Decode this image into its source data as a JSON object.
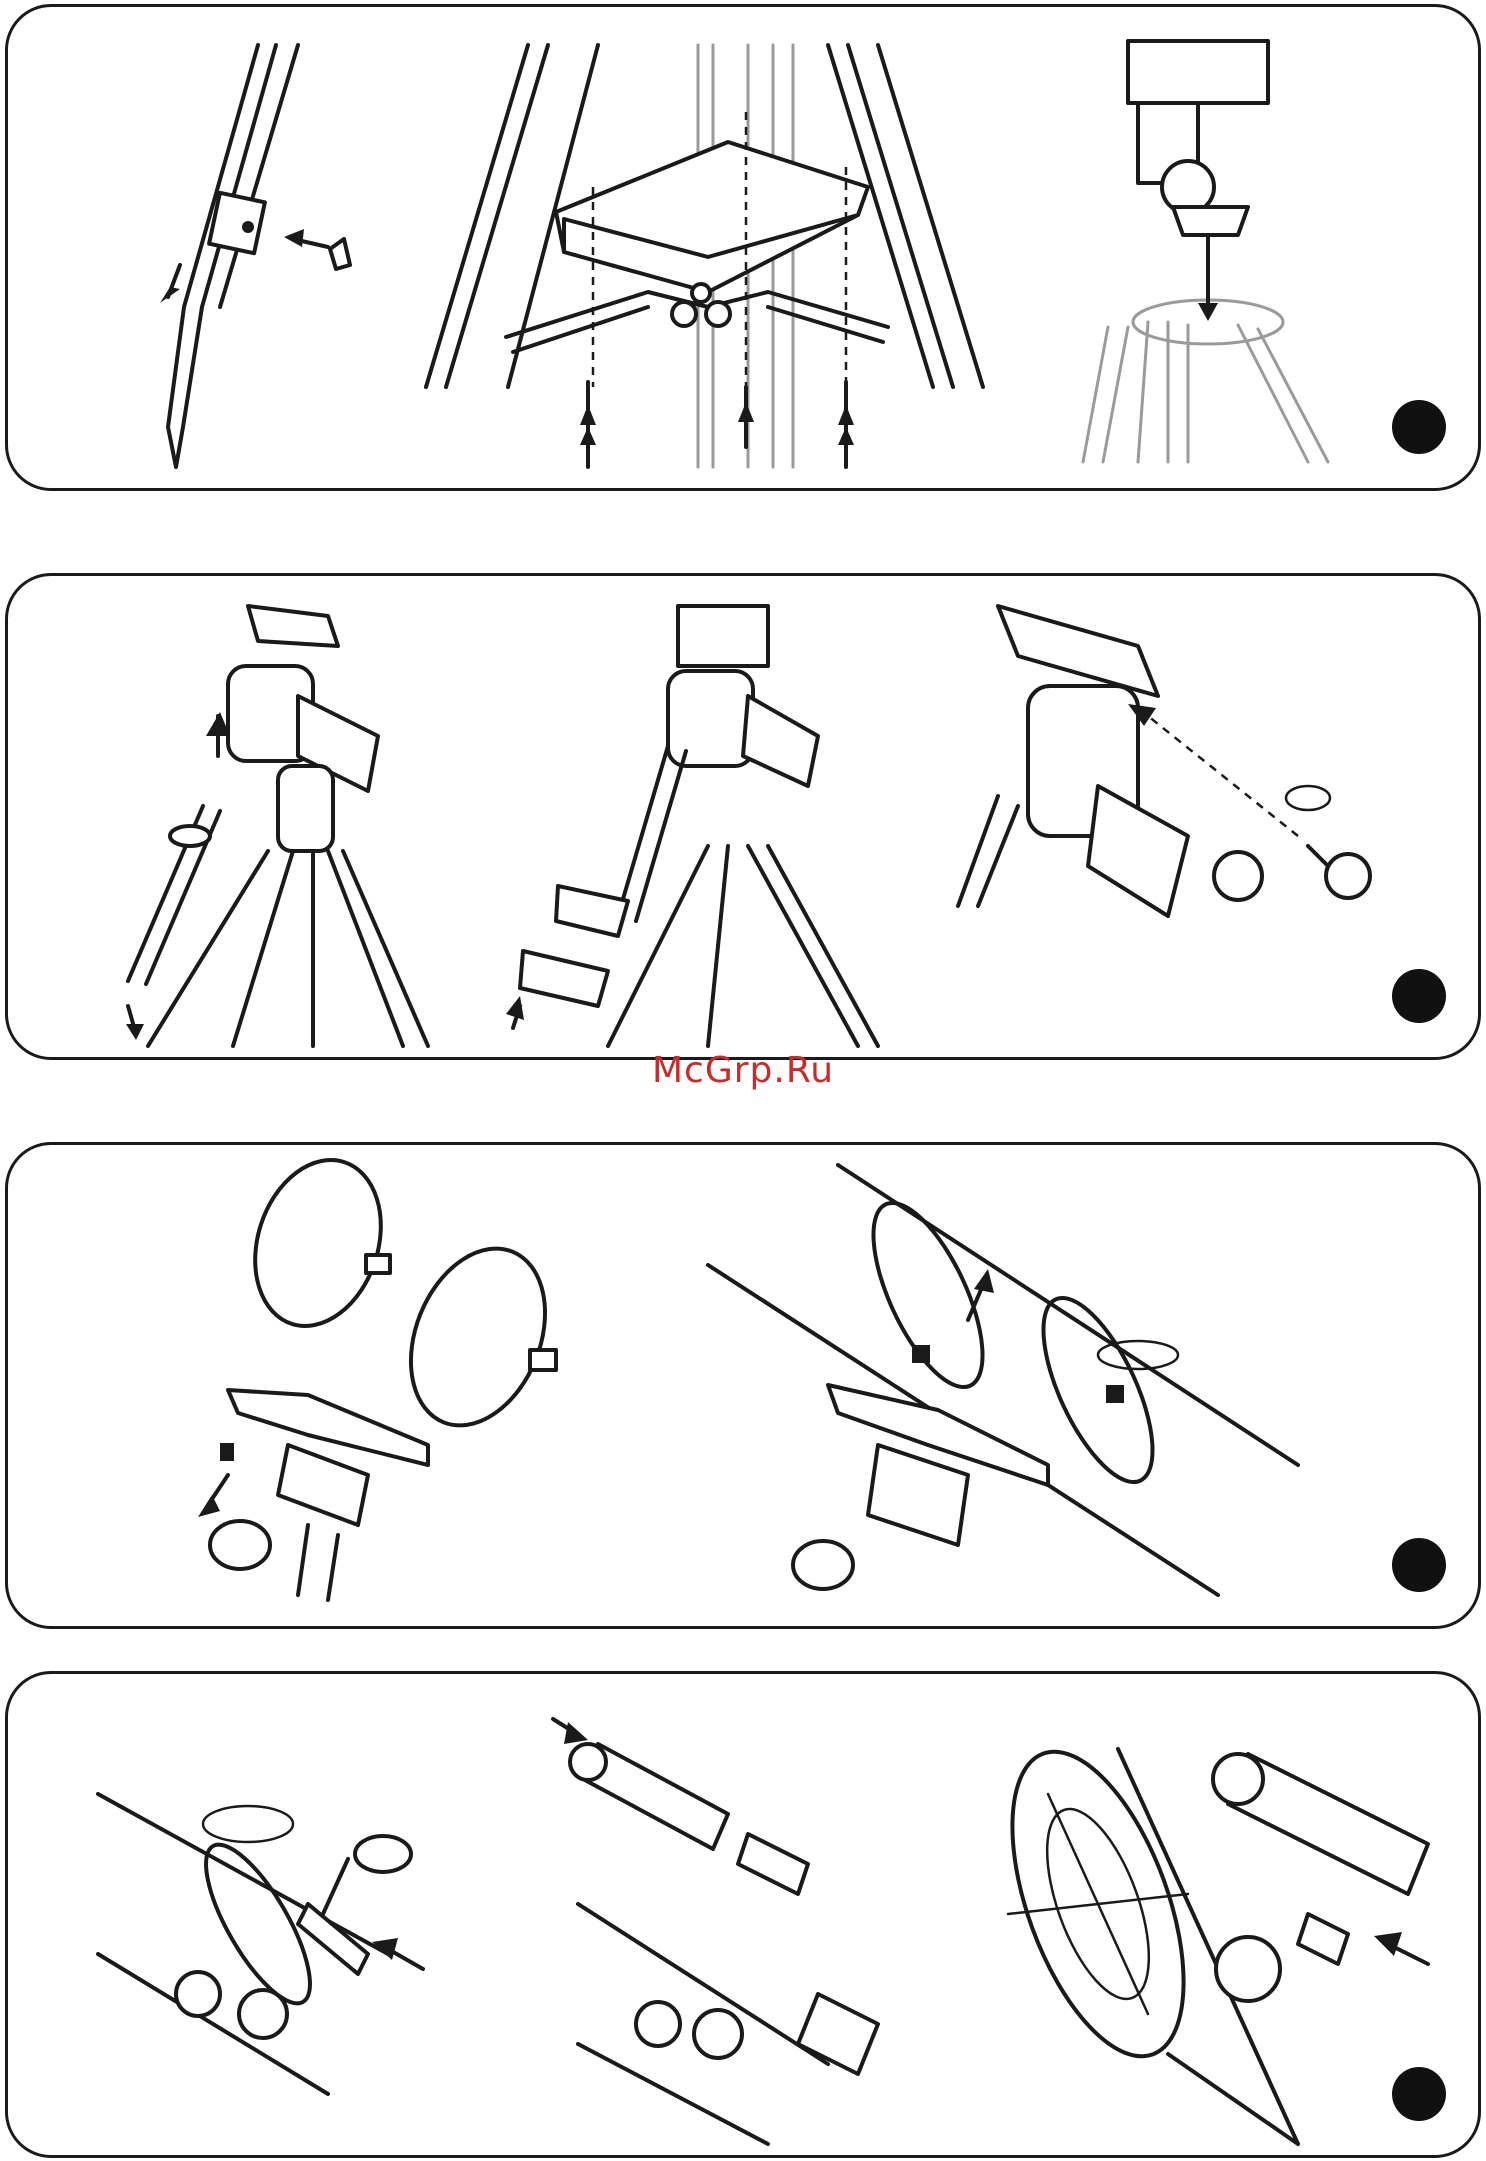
{
  "watermark": {
    "text": "McGrp.Ru",
    "color": "#cc2a2a"
  },
  "panels": [
    {
      "id": 1,
      "step_marker_icon": "filled-circle-icon"
    },
    {
      "id": 2,
      "step_marker_icon": "filled-circle-icon"
    },
    {
      "id": 3,
      "step_marker_icon": "filled-circle-icon"
    },
    {
      "id": 4,
      "step_marker_icon": "filled-circle-icon"
    }
  ],
  "colors": {
    "line": "#1a1a1a",
    "ghost_line": "#9a9a9a",
    "background": "#ffffff"
  }
}
